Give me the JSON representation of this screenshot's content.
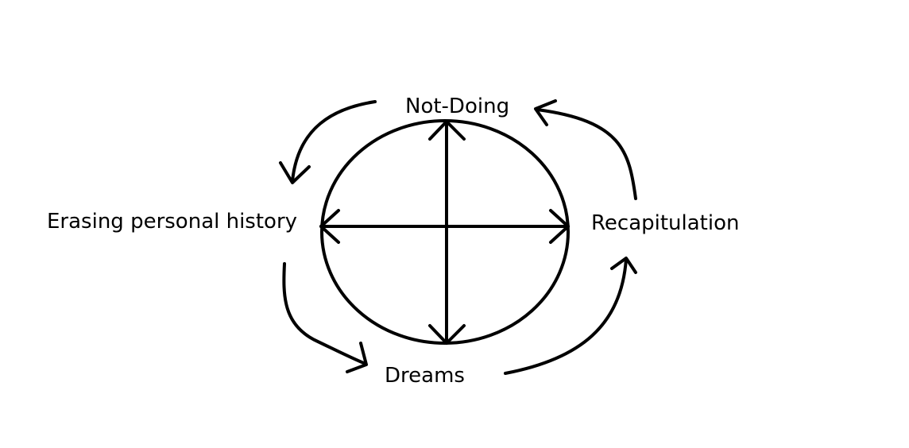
{
  "labels": {
    "top": "Not-Doing",
    "left": "Erasing personal history",
    "right": "Recapitulation",
    "bottom": "Dreams"
  },
  "colors": {
    "stroke": "#000000",
    "background": "#ffffff"
  }
}
